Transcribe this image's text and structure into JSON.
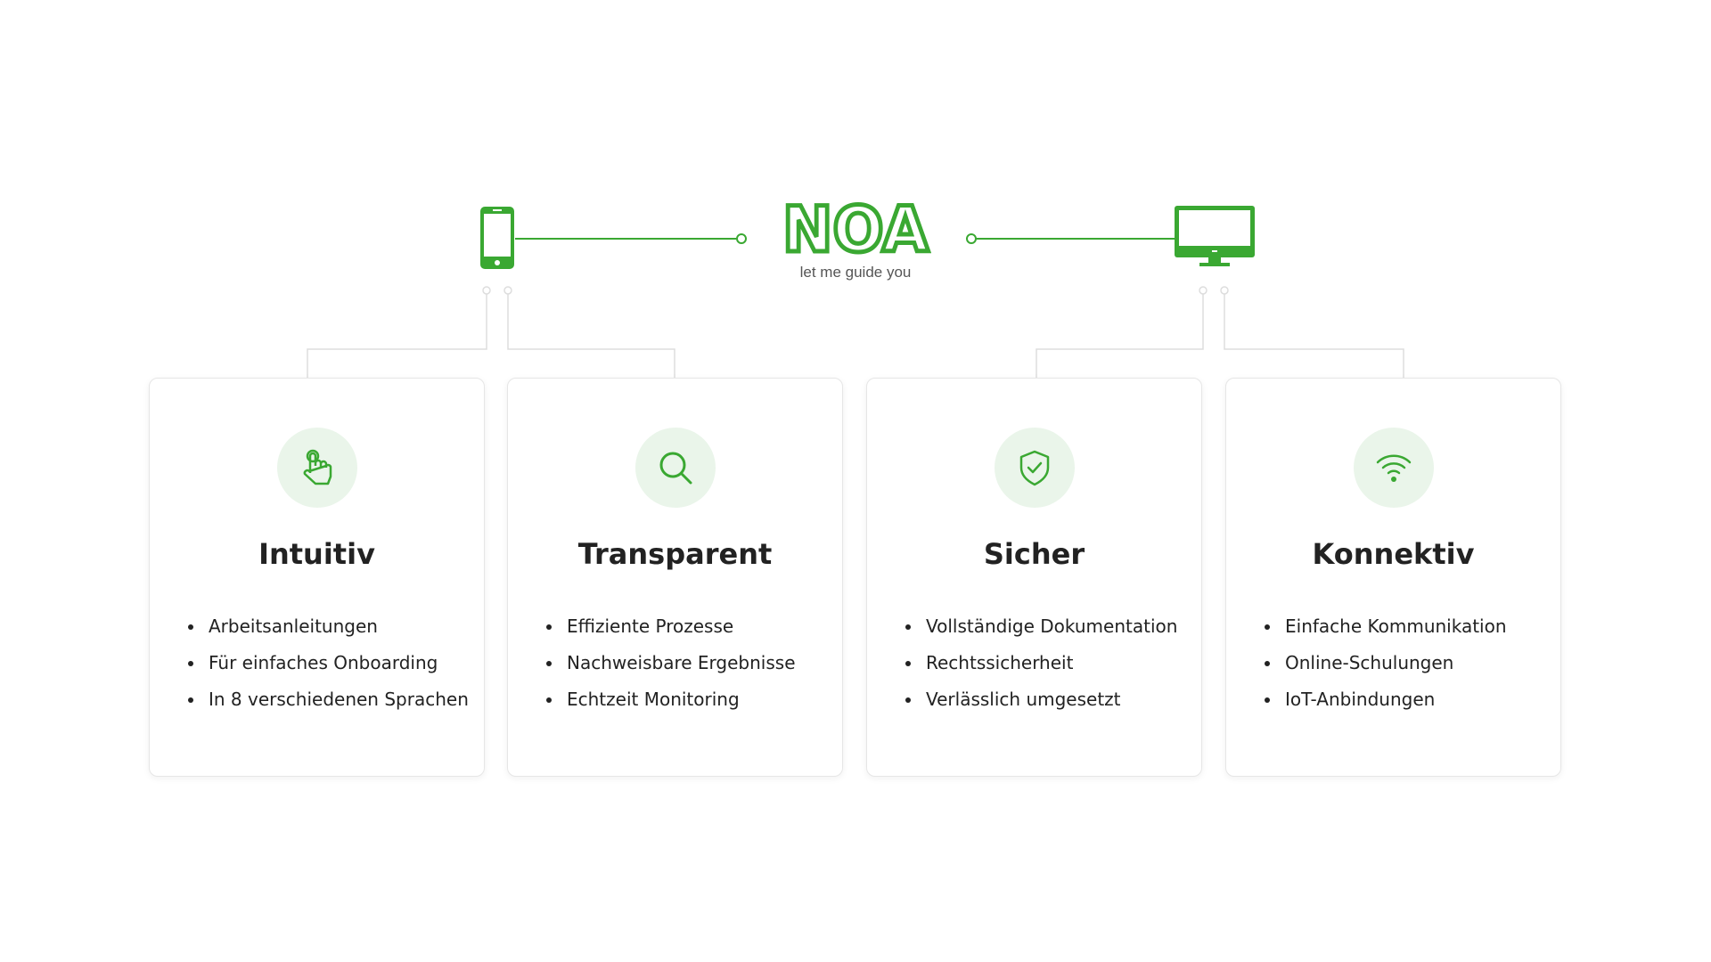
{
  "brand": {
    "name": "NOA",
    "tagline": "let me guide you",
    "accent": "#3aa832",
    "light_accent": "#eaf5ea"
  },
  "devices": [
    {
      "icon": "smartphone-icon"
    },
    {
      "icon": "monitor-icon"
    }
  ],
  "cards": [
    {
      "title": "Intuitiv",
      "icon": "pointer-hand-icon",
      "items": [
        "Arbeitsanleitungen",
        "Für einfaches Onboarding",
        "In 8 verschiedenen Sprachen"
      ]
    },
    {
      "title": "Transparent",
      "icon": "search-icon",
      "items": [
        "Effiziente Prozesse",
        "Nachweisbare Ergebnisse",
        "Echtzeit Monitoring"
      ]
    },
    {
      "title": "Sicher",
      "icon": "shield-check-icon",
      "items": [
        "Vollständige Dokumentation",
        "Rechtssicherheit",
        "Verlässlich umgesetzt"
      ]
    },
    {
      "title": "Konnektiv",
      "icon": "wifi-icon",
      "items": [
        "Einfache Kommunikation",
        "Online-Schulungen",
        "IoT-Anbindungen"
      ]
    }
  ]
}
